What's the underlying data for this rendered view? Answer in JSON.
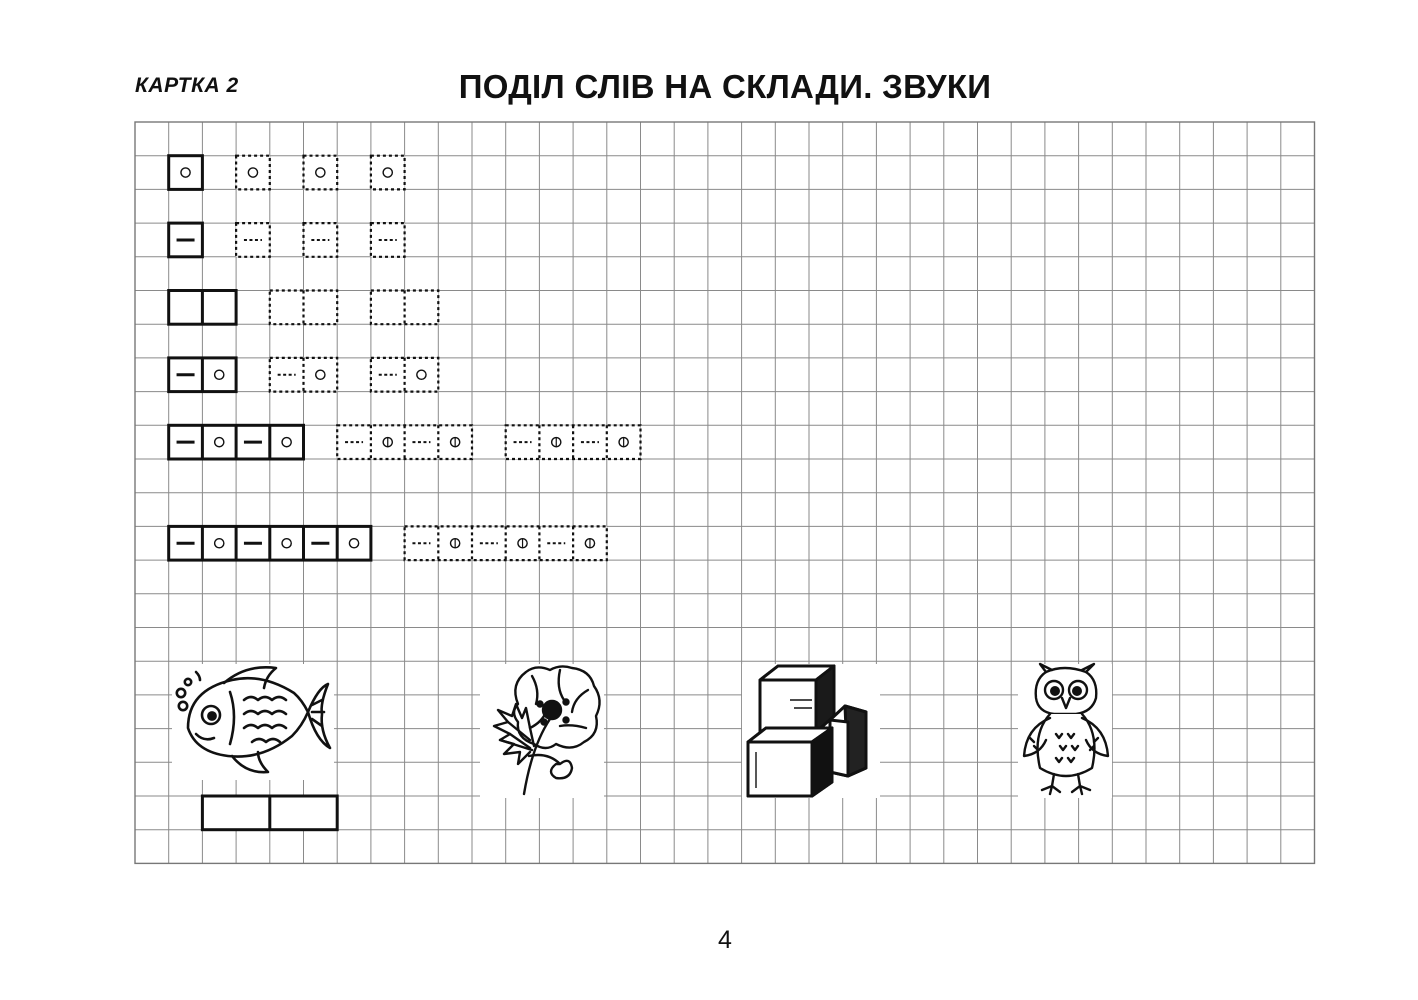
{
  "header": {
    "card_label": "КАРТКА 2",
    "title": "ПОДІЛ СЛІВ НА СКЛАДИ. ЗВУКИ"
  },
  "footer": {
    "page_number": "4"
  },
  "grid": {
    "columns": 35,
    "rows": 22,
    "line_color": "#8a8a8a",
    "border_color": "#777777"
  },
  "legend_rows": [
    {
      "name": "vowel-sound",
      "sample": [
        "o"
      ],
      "traces": [
        [
          "o"
        ],
        [
          "o"
        ],
        [
          "o"
        ]
      ]
    },
    {
      "name": "consonant-sound",
      "sample": [
        "-"
      ],
      "traces": [
        [
          "-"
        ],
        [
          "-"
        ],
        [
          "-"
        ]
      ]
    },
    {
      "name": "word-two-syllables",
      "sample": [
        "",
        ""
      ],
      "traces": [
        [
          "",
          ""
        ],
        [
          "",
          ""
        ]
      ]
    },
    {
      "name": "syllable-consonant-vowel",
      "sample": [
        "-",
        "o"
      ],
      "traces": [
        [
          "-",
          "o"
        ],
        [
          "-",
          "o"
        ]
      ]
    },
    {
      "name": "word-two-syllables-sounds",
      "sample": [
        "-",
        "o",
        "-",
        "o"
      ],
      "traces": [
        [
          "-",
          "o",
          "-",
          "o"
        ],
        [
          "-",
          "o",
          "-",
          "o"
        ]
      ]
    },
    {
      "name": "word-three-syllables-sounds",
      "sample": [
        "-",
        "o",
        "-",
        "o",
        "-",
        "o"
      ],
      "traces": [
        [
          "-",
          "o",
          "-",
          "o",
          "-",
          "o"
        ]
      ]
    }
  ],
  "pictures": [
    {
      "name": "fish-picture",
      "icon": "fish-icon",
      "answer_cells": 2
    },
    {
      "name": "poppy-picture",
      "icon": "poppy-flower-icon"
    },
    {
      "name": "cubes-picture",
      "icon": "cubes-icon"
    },
    {
      "name": "owl-picture",
      "icon": "owl-icon"
    }
  ]
}
